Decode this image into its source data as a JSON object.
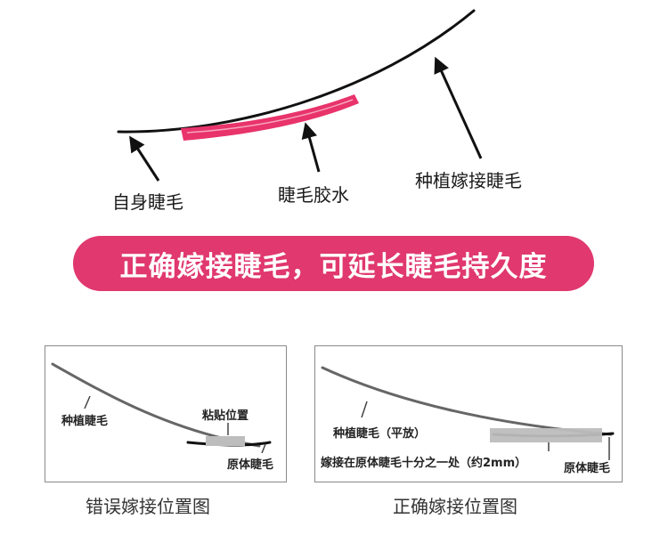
{
  "top": {
    "label_natural": "自身睫毛",
    "label_glue": "睫毛胶水",
    "label_extension": "种植嫁接睫毛"
  },
  "banner": {
    "text": "正确嫁接睫毛，可延长睫毛持久度",
    "color": "#e0386f"
  },
  "wrong_panel": {
    "label_extension": "种植睫毛",
    "label_position": "粘贴位置",
    "label_natural": "原体睫毛",
    "caption": "错误嫁接位置图"
  },
  "right_panel": {
    "label_extension": "种植睫毛（平放）",
    "label_note": "嫁接在原体睫毛十分之一处（约2mm）",
    "label_natural": "原体睫毛",
    "caption": "正确嫁接位置图"
  }
}
